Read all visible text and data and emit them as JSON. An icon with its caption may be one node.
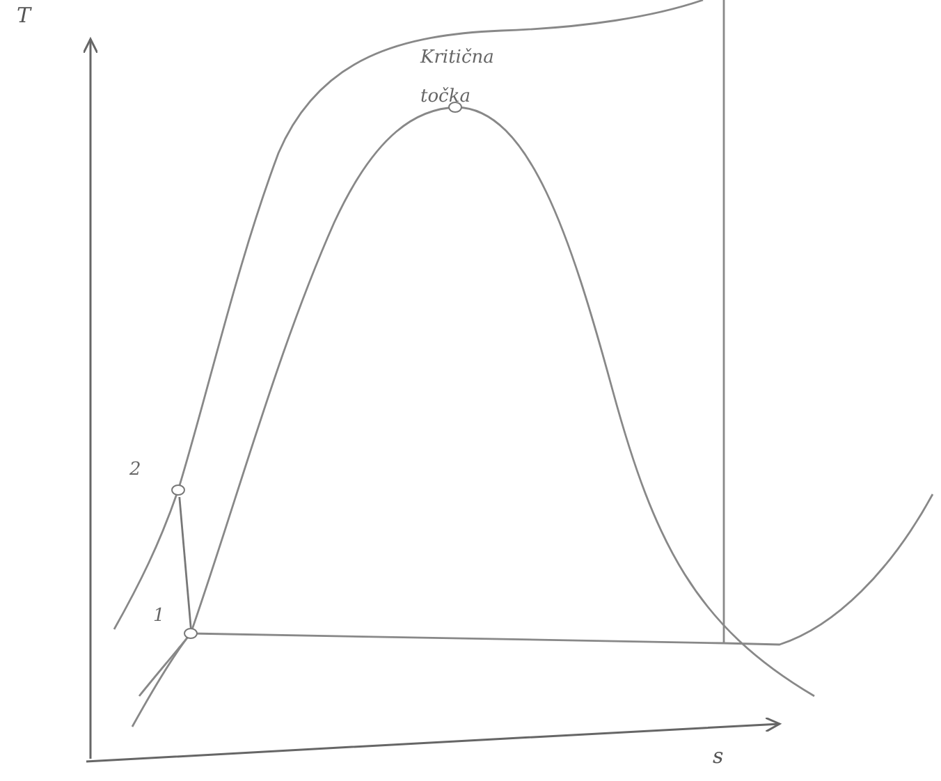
{
  "diagram": {
    "nodes": [
      {
        "text": [],
        "shape": "circle",
        "beside": [
          "1"
        ]
      },
      {
        "text": [],
        "shape": "circle",
        "beside": [
          "2"
        ]
      },
      {
        "text": [],
        "shape": "circle",
        "beside": [
          "Kritična točka"
        ]
      }
    ],
    "edges": [
      {
        "from": 0,
        "to": 1,
        "arrow": "none"
      }
    ],
    "labels": [
      "T",
      "s"
    ]
  }
}
